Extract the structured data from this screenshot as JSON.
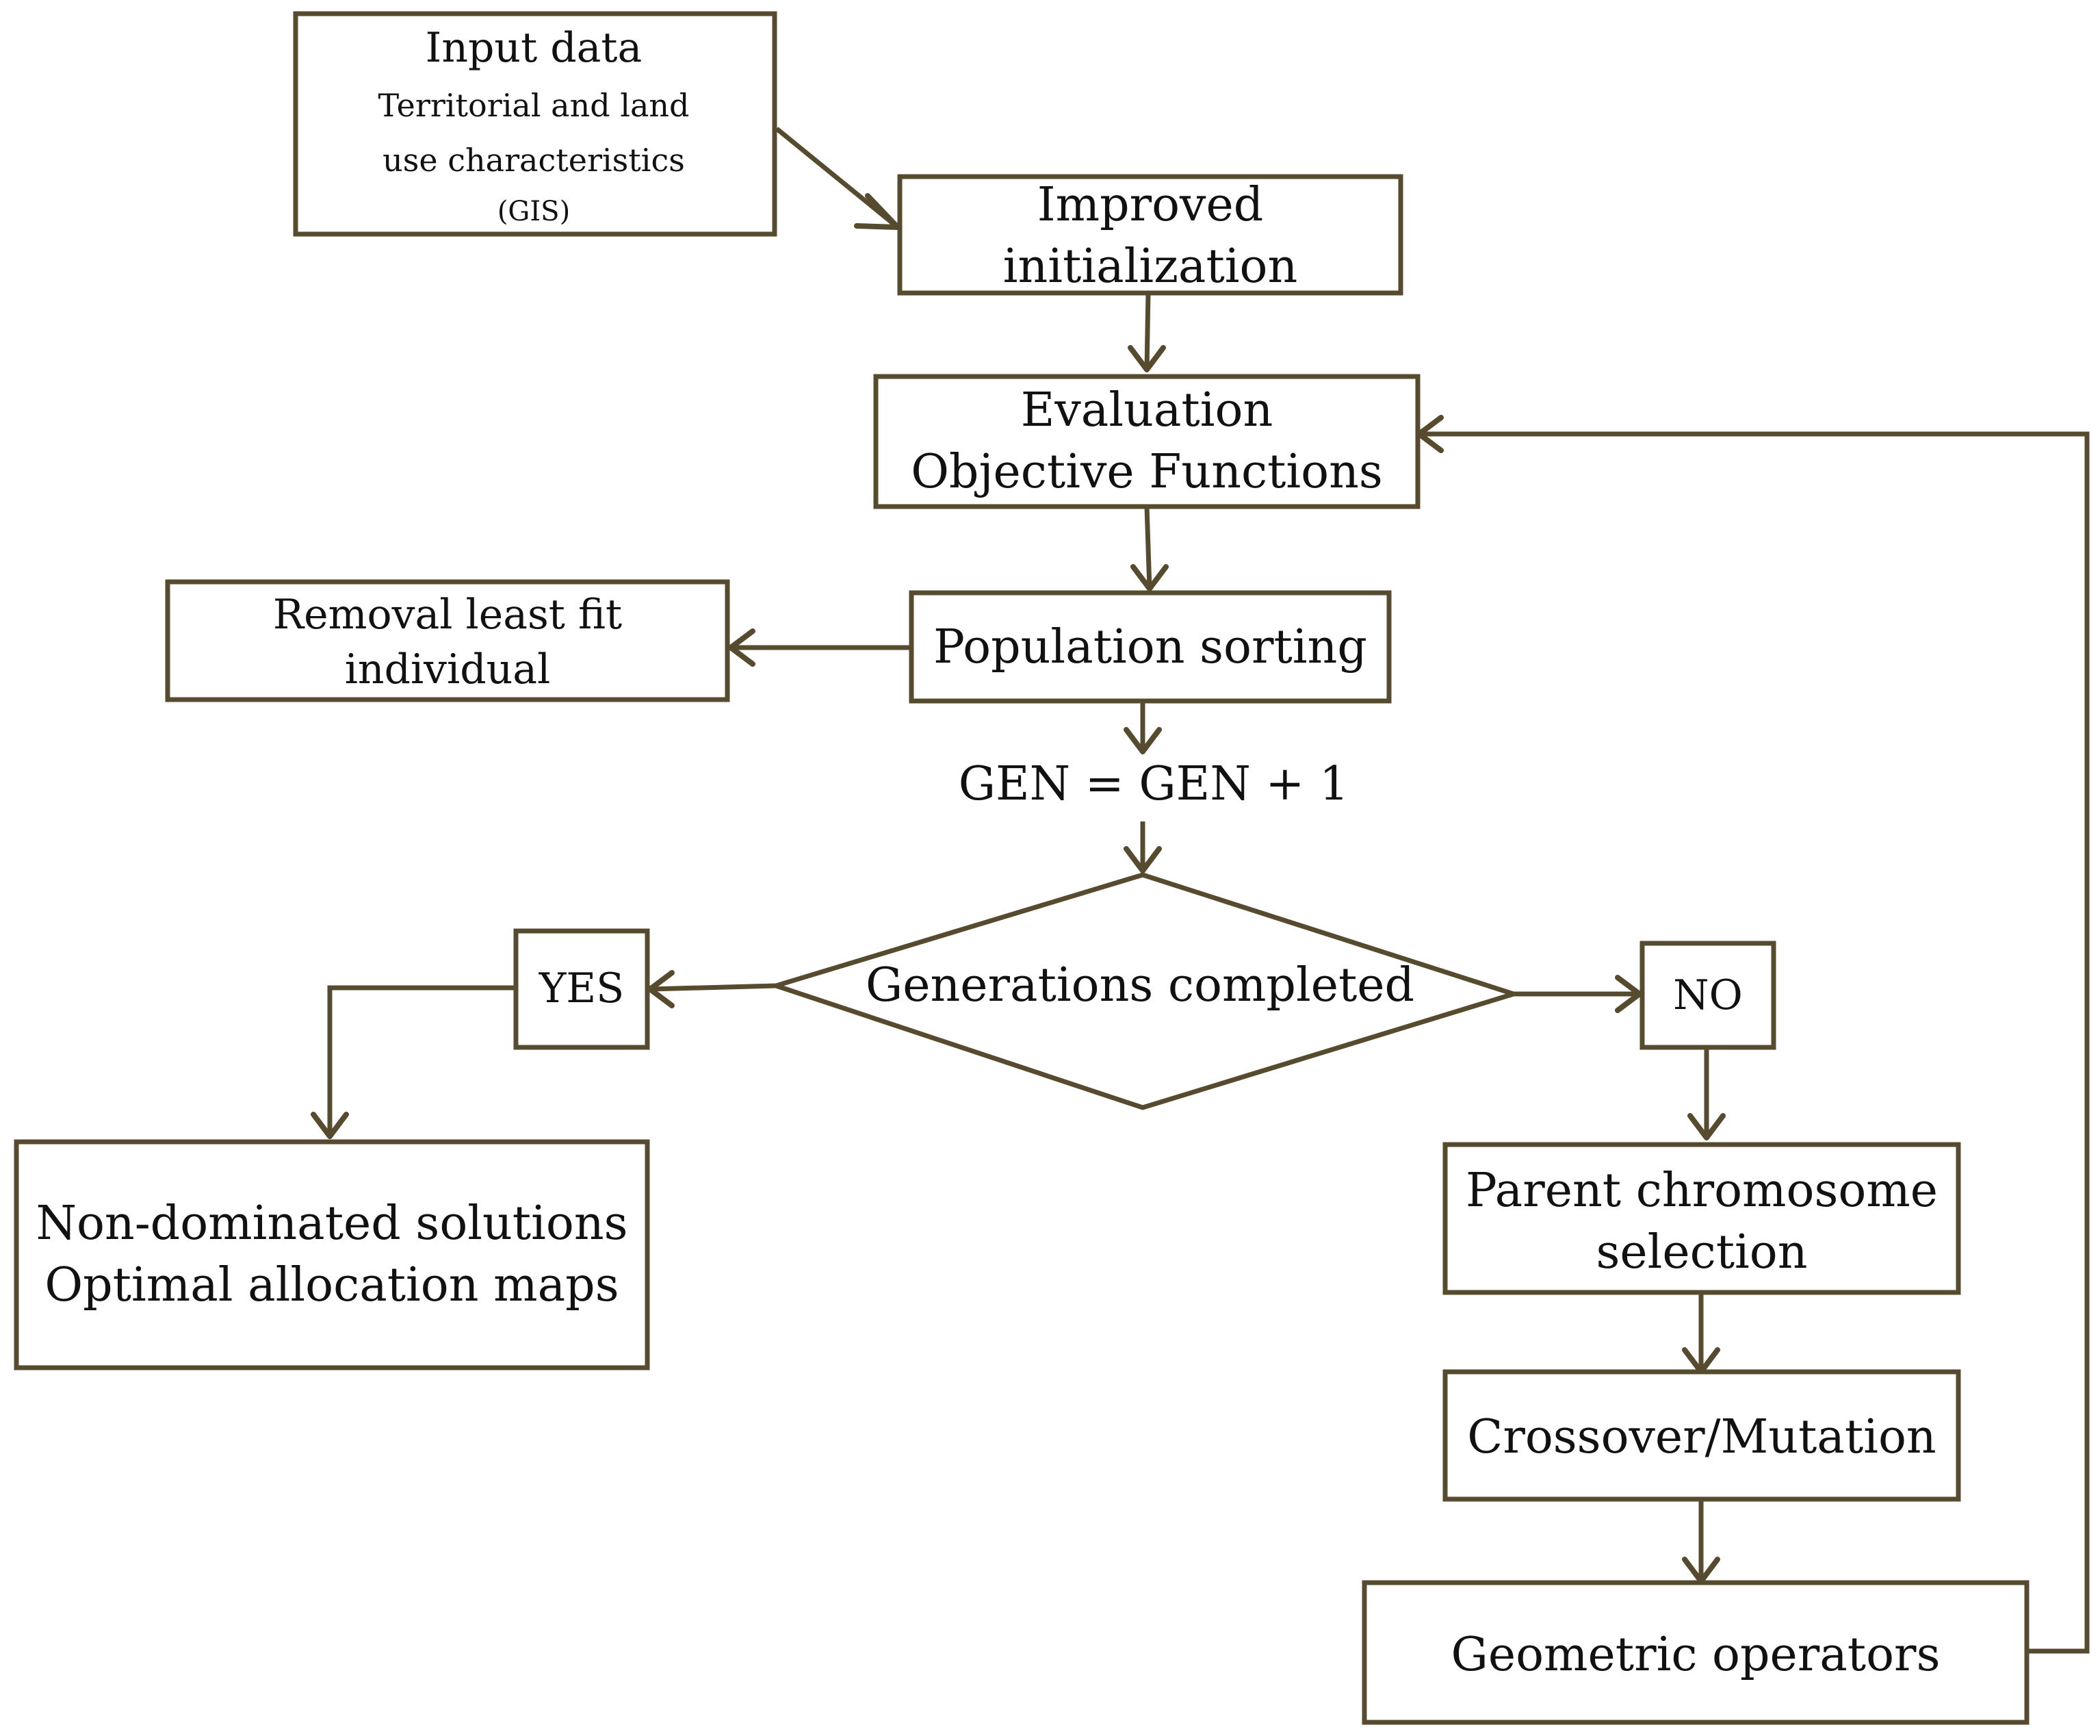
{
  "nodes": {
    "input_data": {
      "title": "Input data",
      "line1": "Territorial and land",
      "line2": "use characteristics",
      "line3": "(GIS)"
    },
    "improved_init": {
      "line1": "Improved",
      "line2": "initialization"
    },
    "evaluation": {
      "line1": "Evaluation",
      "line2": "Objective Functions"
    },
    "population_sorting": {
      "label": "Population sorting"
    },
    "removal": {
      "line1": "Removal least fit",
      "line2": "individual"
    },
    "gen_counter": {
      "label": "GEN = GEN + 1"
    },
    "decision": {
      "label": "Generations completed"
    },
    "yes": {
      "label": "YES"
    },
    "no": {
      "label": "NO"
    },
    "non_dominated": {
      "line1": "Non-dominated solutions",
      "line2": "Optimal allocation maps"
    },
    "parent_selection": {
      "line1": "Parent chromosome",
      "line2": "selection"
    },
    "crossover": {
      "label": "Crossover/Mutation"
    },
    "geometric": {
      "label": "Geometric operators"
    }
  },
  "colors": {
    "stroke": "#574b2f",
    "text": "#111111",
    "background": "#ffffff"
  }
}
